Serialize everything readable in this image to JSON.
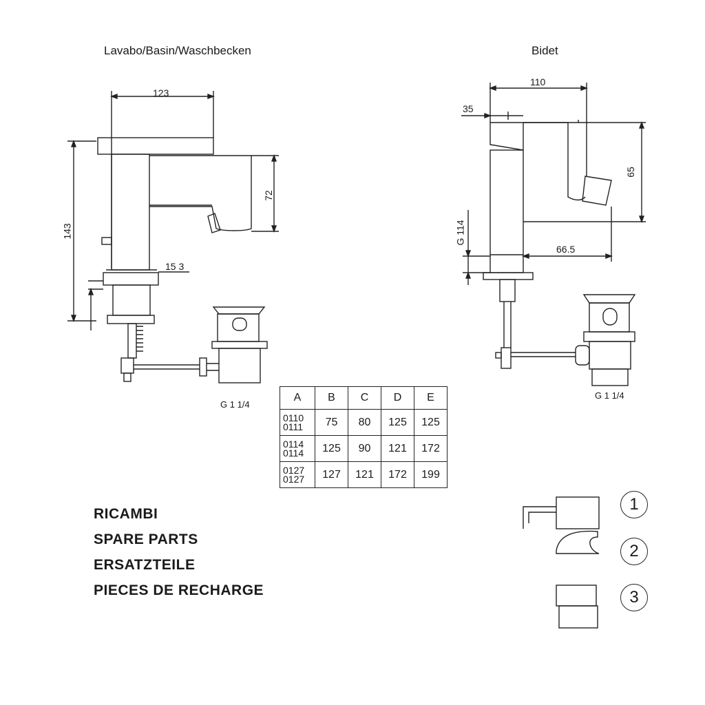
{
  "titles": {
    "basin": "Lavabo/Basin/Waschbecken",
    "bidet": "Bidet"
  },
  "basin_dims": {
    "width": "123",
    "height": "143",
    "spout_drop": "72",
    "base": "15 3",
    "waste": "G 1 1/4"
  },
  "bidet_dims": {
    "width": "110",
    "offset": "35",
    "height": "65",
    "reach": "66.5",
    "thread": "G 114",
    "waste": "G 1 1/4"
  },
  "table": {
    "headers": [
      "A",
      "B",
      "C",
      "D",
      "E"
    ],
    "rows": [
      {
        "codes": [
          "0110",
          "0111"
        ],
        "values": [
          "75",
          "80",
          "125",
          "125"
        ]
      },
      {
        "codes": [
          "0114",
          "0114"
        ],
        "values": [
          "125",
          "90",
          "121",
          "172"
        ]
      },
      {
        "codes": [
          "0127",
          "0127"
        ],
        "values": [
          "127",
          "121",
          "172",
          "199"
        ]
      }
    ]
  },
  "spare_parts": {
    "it": "RICAMBI",
    "en": "SPARE PARTS",
    "de": "ERSATZTEILE",
    "fr": "PIECES DE RECHARGE"
  },
  "parts": [
    "1",
    "2",
    "3"
  ]
}
